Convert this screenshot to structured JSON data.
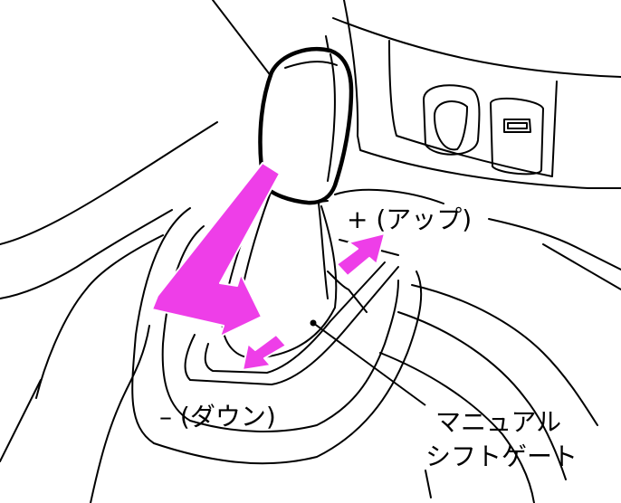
{
  "labels": {
    "up": "+ (アップ)",
    "down": "– (ダウン)",
    "gate_line1": "マニュアル",
    "gate_line2": "シフトゲート"
  },
  "colors": {
    "arrow": "#ee3ee8",
    "line": "#000000",
    "background": "#ffffff"
  }
}
